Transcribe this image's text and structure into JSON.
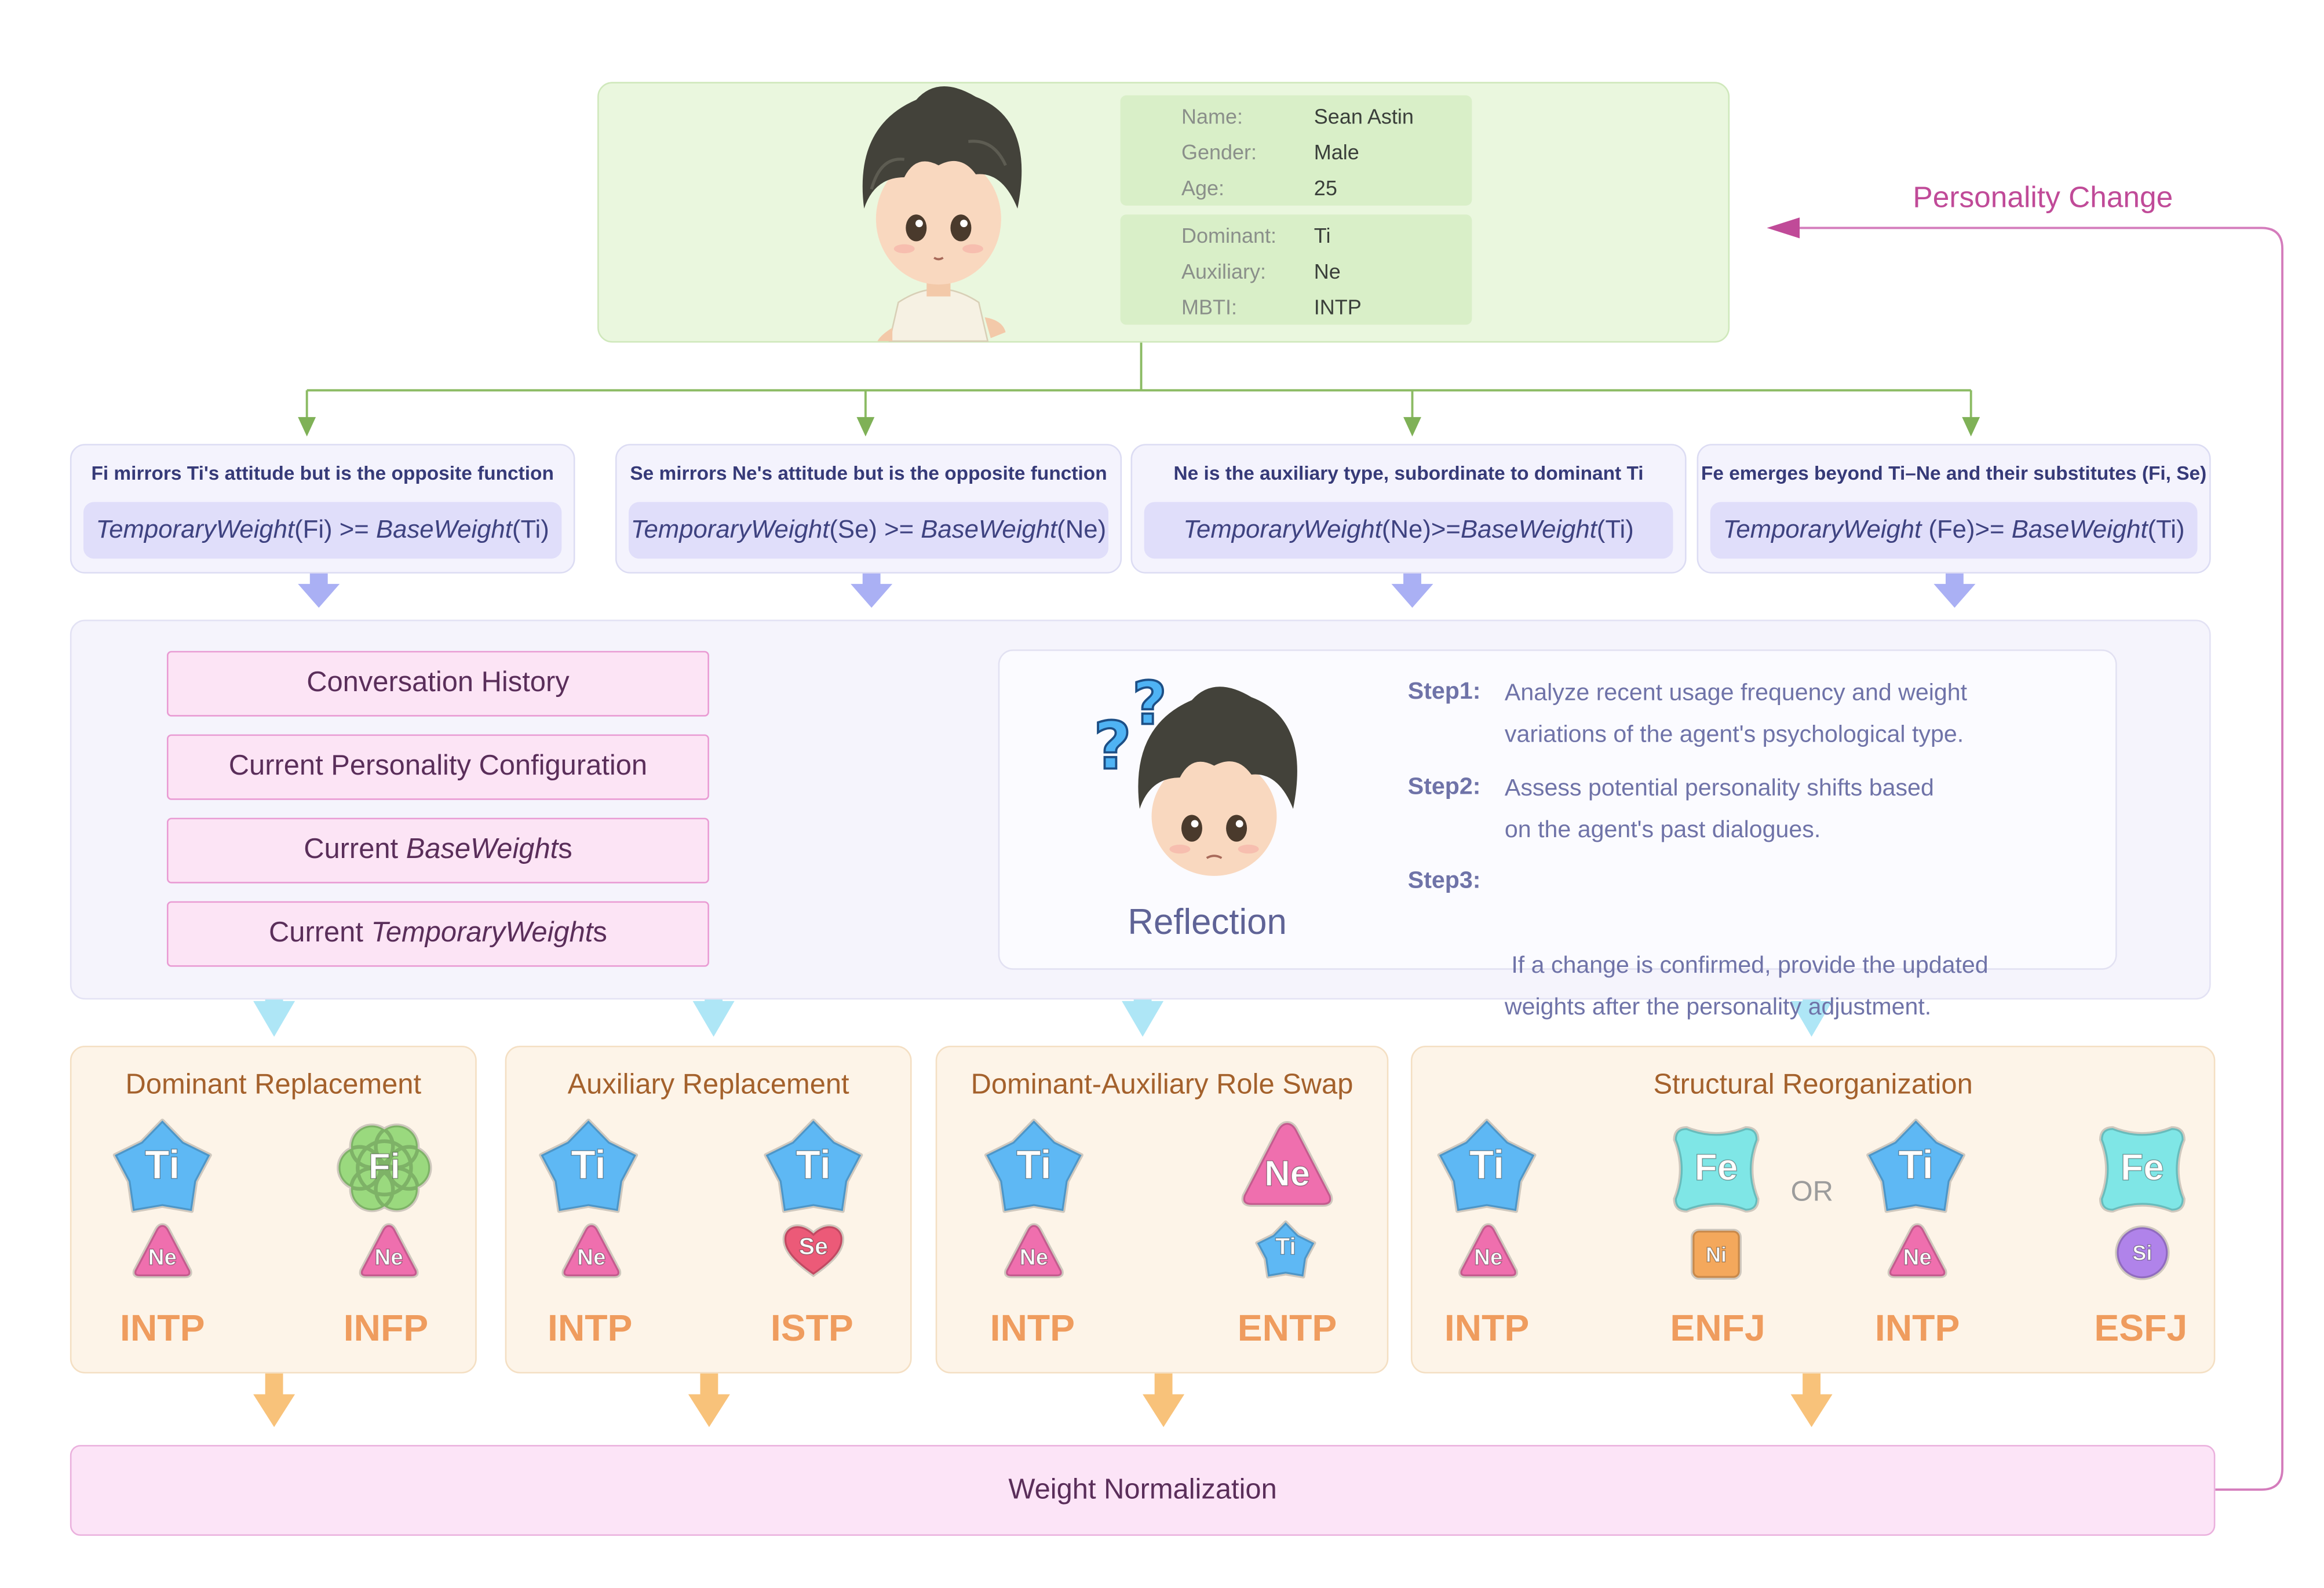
{
  "profile": {
    "fields": [
      {
        "label": "Name:",
        "value": "Sean Astin"
      },
      {
        "label": "Gender:",
        "value": "Male"
      },
      {
        "label": "Age:",
        "value": "25"
      }
    ],
    "functions": [
      {
        "label": "Dominant:",
        "value": "Ti"
      },
      {
        "label": "Auxiliary:",
        "value": "Ne"
      },
      {
        "label": "MBTI:",
        "value": "INTP"
      }
    ]
  },
  "personality_change_label": "Personality Change",
  "rules": [
    {
      "title": "Fi mirrors Ti's attitude but is the opposite function",
      "formula": [
        "TemporaryWeight",
        "(Fi) >= ",
        "BaseWeight",
        "(Ti)"
      ]
    },
    {
      "title": "Se mirrors Ne's attitude but is the opposite function",
      "formula": [
        "TemporaryWeight",
        "(Se) >= ",
        "BaseWeight",
        "(Ne)"
      ]
    },
    {
      "title": "Ne is the auxiliary type, subordinate to dominant Ti",
      "formula": [
        "TemporaryWeight",
        "(Ne)>=",
        "BaseWeight",
        "(Ti)"
      ]
    },
    {
      "title": "Fe emerges beyond Ti–Ne and their substitutes (Fi, Se)",
      "formula": [
        "TemporaryWeight",
        " (Fe)>= ",
        "BaseWeight",
        "(Ti)"
      ]
    }
  ],
  "inputs": [
    {
      "text": "Conversation History",
      "italic": "",
      "suffix": ""
    },
    {
      "text": "Current Personality Configuration",
      "italic": "",
      "suffix": ""
    },
    {
      "text": "Current ",
      "italic": "BaseWeight",
      "suffix": "s"
    },
    {
      "text": "Current ",
      "italic": "TemporaryWeight",
      "suffix": "s"
    }
  ],
  "reflection": {
    "label": "Reflection",
    "steps": [
      {
        "label": "Step1:",
        "lines": [
          "Analyze recent usage frequency and weight",
          "variations of the agent's psychological type."
        ]
      },
      {
        "label": "Step2:",
        "lines": [
          "Assess potential personality shifts based",
          "on the agent's past dialogues."
        ]
      },
      {
        "label": "Step3:",
        "lines": [
          " If a change is confirmed, provide the updated",
          "weights after the personality adjustment."
        ]
      }
    ]
  },
  "transformations": [
    {
      "title": "Dominant Replacement",
      "from": {
        "dominant": "Ti",
        "auxiliary": "Ne",
        "mbti": "INTP"
      },
      "to": {
        "dominant": "Fi",
        "auxiliary": "Ne",
        "mbti": "INFP"
      }
    },
    {
      "title": "Auxiliary Replacement",
      "from": {
        "dominant": "Ti",
        "auxiliary": "Ne",
        "mbti": "INTP"
      },
      "to": {
        "dominant": "Ti",
        "auxiliary": "Se",
        "mbti": "ISTP"
      }
    },
    {
      "title": "Dominant-Auxiliary Role Swap",
      "from": {
        "dominant": "Ti",
        "auxiliary": "Ne",
        "mbti": "INTP"
      },
      "to": {
        "dominant": "Ne",
        "auxiliary": "Ti",
        "mbti": "ENTP"
      }
    },
    {
      "title": "Structural Reorganization",
      "or_label": "OR",
      "options": [
        {
          "from": {
            "dominant": "Ti",
            "auxiliary": "Ne",
            "mbti": "INTP"
          },
          "to": {
            "dominant": "Fe",
            "auxiliary": "Ni",
            "mbti": "ENFJ"
          }
        },
        {
          "from": {
            "dominant": "Ti",
            "auxiliary": "Ne",
            "mbti": "INTP"
          },
          "to": {
            "dominant": "Fe",
            "auxiliary": "Si",
            "mbti": "ESFJ"
          }
        }
      ]
    }
  ],
  "normalization_label": "Weight Normalization",
  "colors": {
    "Ti": "#5eb8f4",
    "Ne": "#ef6fae",
    "Fi": "#9ad97e",
    "Se": "#ec5a78",
    "Fe": "#7fe6e6",
    "Ni": "#f4a85c",
    "Si": "#b083ea",
    "green_arrow": "#8bbb63",
    "blue_arrow": "#aab0f4",
    "cyan_arrow": "#aee6f6",
    "orange_arrow": "#f8c27a",
    "magenta": "#c04a98"
  }
}
